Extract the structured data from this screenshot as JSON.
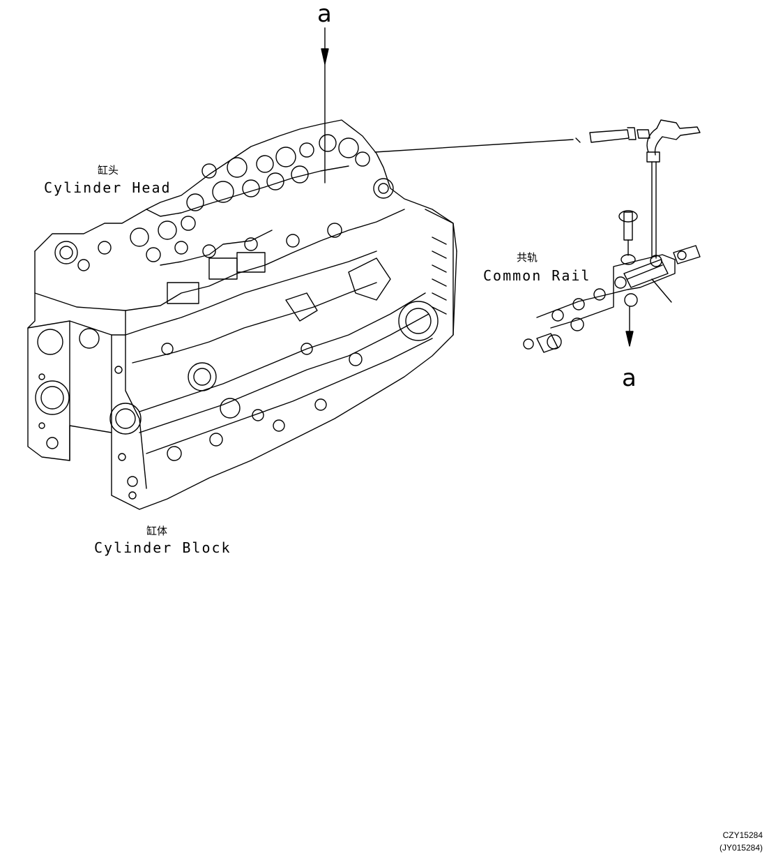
{
  "labels": {
    "ref_top": "a",
    "ref_right": "a",
    "cylinder_head_cn": "缸头",
    "cylinder_head_en": "Cylinder Head",
    "cylinder_block_cn": "缸体",
    "cylinder_block_en": "Cylinder Block",
    "common_rail_cn": "共轨",
    "common_rail_en": "Common Rail"
  },
  "codes": {
    "primary": "CZY15284",
    "secondary": "(JY015284)"
  },
  "colors": {
    "line": "#000000",
    "background": "#ffffff"
  }
}
